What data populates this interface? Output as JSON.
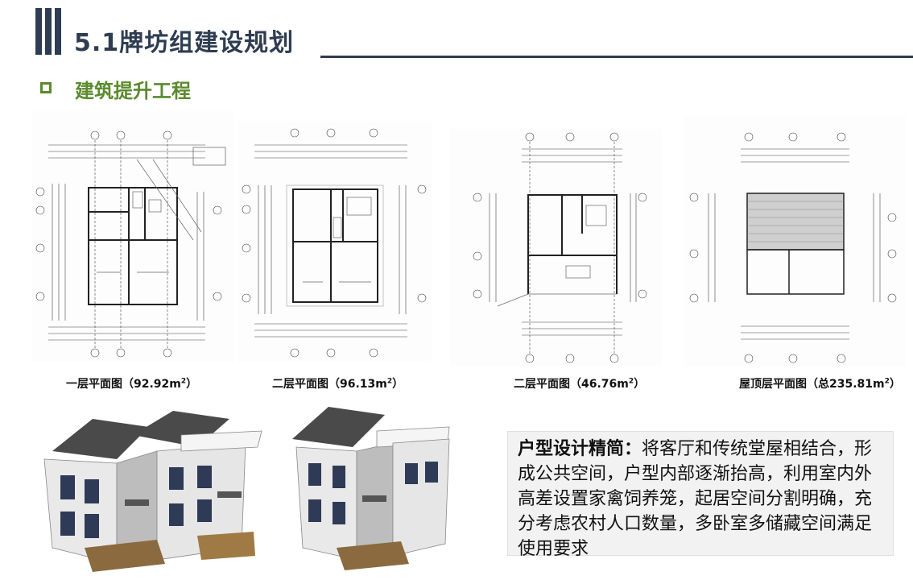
{
  "header": {
    "title": "5.1牌坊组建设规划"
  },
  "section": {
    "title": "建筑提升工程"
  },
  "plans": [
    {
      "caption": "一层平面图（92.92m",
      "sup": "2",
      "close": "）"
    },
    {
      "caption": "二层平面图（96.13m",
      "sup": "2",
      "close": "）"
    },
    {
      "caption": "二层平面图（46.76m",
      "sup": "2",
      "close": "）"
    },
    {
      "caption": "屋顶层平面图（总235.81m",
      "sup": "2",
      "close": "）"
    }
  ],
  "description": {
    "heading": "户型设计精简：",
    "text": "将客厅和传统堂屋相结合，形成公共空间，户型内部逐渐抬高，利用室内外高差设置家禽饲养笼，起居空间分割明确，充分考虑农村人口数量，多卧室多储藏空间满足使用要求"
  },
  "colors": {
    "navy": "#2f3d52",
    "green": "#5a8a2e"
  }
}
